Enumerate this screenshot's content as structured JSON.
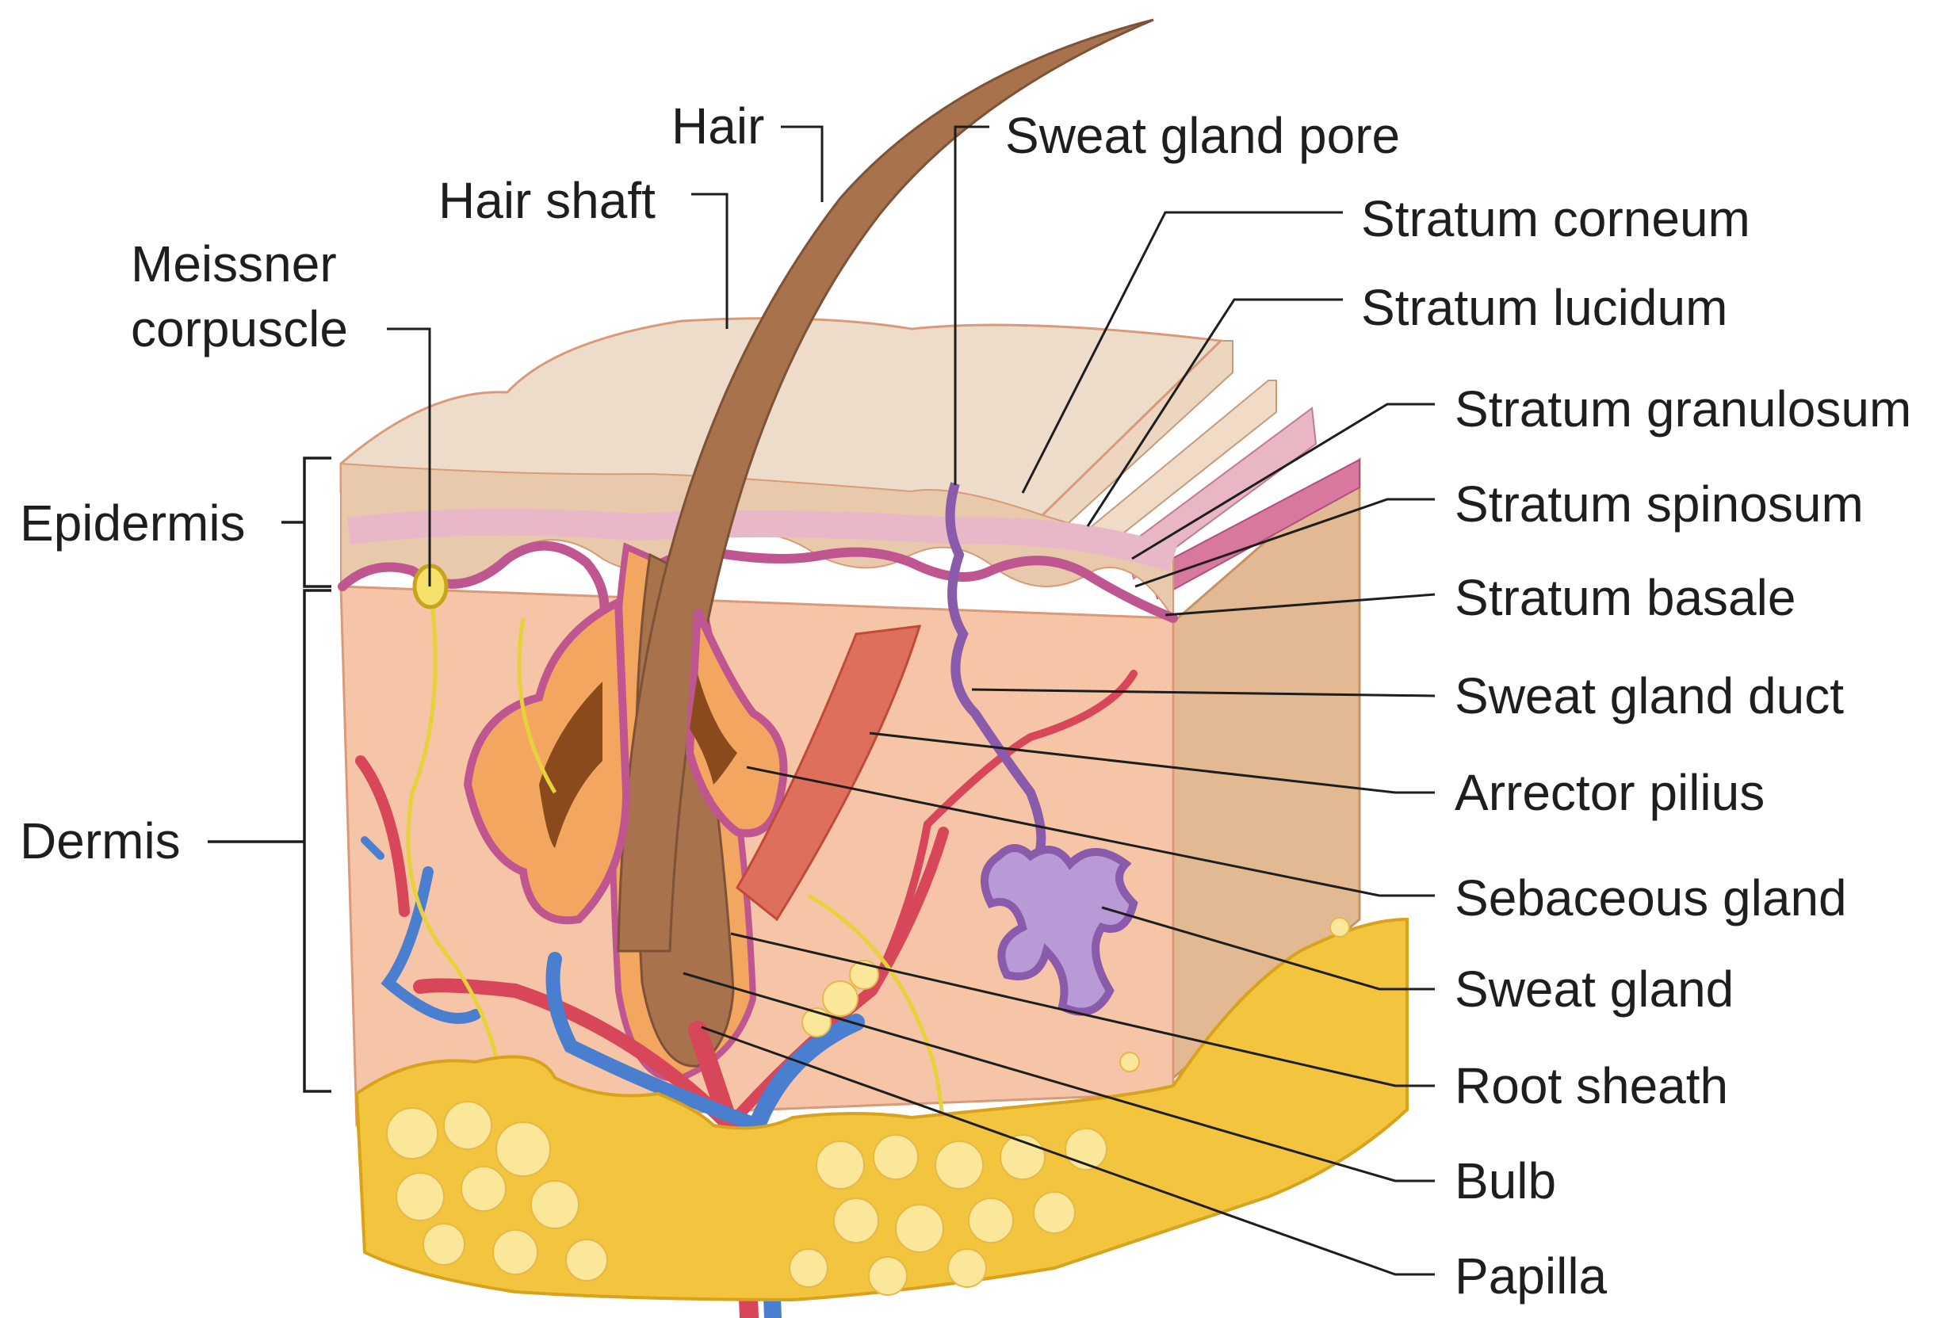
{
  "labels": {
    "hair": "Hair",
    "hair_shaft": "Hair shaft",
    "meissner_line1": "Meissner",
    "meissner_line2": "corpuscle",
    "epidermis": "Epidermis",
    "dermis": "Dermis",
    "sweat_gland_pore": "Sweat gland pore",
    "stratum_corneum": "Stratum corneum",
    "stratum_lucidum": "Stratum lucidum",
    "stratum_granulosum": "Stratum granulosum",
    "stratum_spinosum": "Stratum spinosum",
    "stratum_basale": "Stratum basale",
    "sweat_gland_duct": "Sweat gland duct",
    "arrector_pilius": "Arrector pilius",
    "sebaceous_gland": "Sebaceous gland",
    "sweat_gland": "Sweat gland",
    "root_sheath": "Root sheath",
    "bulb": "Bulb",
    "papilla": "Papilla"
  },
  "colors": {
    "surface": "#eedccb",
    "dermis": "#f6c4a6",
    "side_face": "#e2b993",
    "basal_membrane": "#c0568f",
    "fat": "#f3c43e",
    "fat_light": "#fbe79a",
    "hair": "#a7724c",
    "artery": "#d8465a",
    "vein": "#4a7fcf",
    "nerve": "#e7d23a",
    "sweat_gland": "#8a5aab",
    "sebaceous": "#f3a660"
  }
}
